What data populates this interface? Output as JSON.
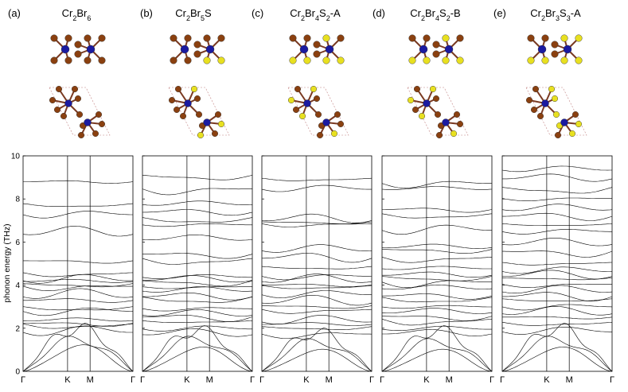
{
  "chart_data": {
    "type": "line",
    "ylabel": "phonon energy (THz)",
    "ylim": [
      0,
      10
    ],
    "y_ticks": [
      "0",
      "2",
      "4",
      "6",
      "8",
      "10"
    ],
    "x_ticks": [
      "Γ",
      "K",
      "M",
      "Γ"
    ],
    "panels": [
      {
        "letter": "(a)",
        "title": [
          {
            "t": "Cr"
          },
          {
            "t": "2",
            "sub": true
          },
          {
            "t": "Br"
          },
          {
            "t": "6",
            "sub": true
          }
        ],
        "flat_bands_THz": [
          8.8,
          7.7,
          7.3,
          6.5,
          5.1,
          4.5,
          4.3,
          4.2,
          4.0,
          3.9,
          3.6,
          3.3,
          2.9,
          2.8,
          2.4,
          2.2,
          2.1,
          1.9
        ],
        "acoustic_max_THz": [
          1.2,
          1.5,
          2.0
        ]
      },
      {
        "letter": "(b)",
        "title": [
          {
            "t": "Cr"
          },
          {
            "t": "2",
            "sub": true
          },
          {
            "t": "Br"
          },
          {
            "t": "5",
            "sub": true
          },
          {
            "t": "S"
          }
        ],
        "flat_bands_THz": [
          9.0,
          8.4,
          7.8,
          7.4,
          7.0,
          6.8,
          6.2,
          5.4,
          5.1,
          4.4,
          4.3,
          4.1,
          3.9,
          3.8,
          3.5,
          3.3,
          2.9,
          2.7,
          2.5,
          2.3,
          2.0,
          1.8
        ],
        "acoustic_max_THz": [
          1.1,
          1.5,
          1.9
        ]
      },
      {
        "letter": "(c)",
        "title": [
          {
            "t": "Cr"
          },
          {
            "t": "2",
            "sub": true
          },
          {
            "t": "Br"
          },
          {
            "t": "4",
            "sub": true
          },
          {
            "t": "S"
          },
          {
            "t": "2",
            "sub": true
          },
          {
            "t": "-A"
          }
        ],
        "flat_bands_THz": [
          8.9,
          8.5,
          7.1,
          6.9,
          6.8,
          5.7,
          5.3,
          4.8,
          4.4,
          4.3,
          4.0,
          3.9,
          3.6,
          3.3,
          3.0,
          2.8,
          2.4,
          2.2,
          2.0,
          1.7
        ],
        "acoustic_max_THz": [
          1.0,
          1.4,
          1.8
        ]
      },
      {
        "letter": "(d)",
        "title": [
          {
            "t": "Cr"
          },
          {
            "t": "2",
            "sub": true
          },
          {
            "t": "Br"
          },
          {
            "t": "4",
            "sub": true
          },
          {
            "t": "S"
          },
          {
            "t": "2",
            "sub": true
          },
          {
            "t": "-B"
          }
        ],
        "flat_bands_THz": [
          8.7,
          8.5,
          7.5,
          7.2,
          6.6,
          5.8,
          5.6,
          5.2,
          4.8,
          4.5,
          4.3,
          4.1,
          3.9,
          3.5,
          3.3,
          3.0,
          2.8,
          2.5,
          2.3,
          2.0,
          1.8
        ],
        "acoustic_max_THz": [
          1.0,
          1.4,
          1.9
        ]
      },
      {
        "letter": "(e)",
        "title": [
          {
            "t": "Cr"
          },
          {
            "t": "2",
            "sub": true
          },
          {
            "t": "Br"
          },
          {
            "t": "3",
            "sub": true
          },
          {
            "t": "S"
          },
          {
            "t": "3",
            "sub": true
          },
          {
            "t": "-A"
          }
        ],
        "flat_bands_THz": [
          9.4,
          9.0,
          8.4,
          8.0,
          7.6,
          7.2,
          6.8,
          6.5,
          6.0,
          5.5,
          5.0,
          4.7,
          4.5,
          4.3,
          4.0,
          3.8,
          3.5,
          3.3,
          3.0,
          2.8,
          2.5,
          2.2,
          1.9
        ],
        "acoustic_max_THz": [
          1.1,
          1.5,
          2.0
        ]
      }
    ]
  },
  "colors": {
    "chromium_atom": "#1a1aa0",
    "bromine_atom": "#8a4010",
    "sulfur_atom": "#e8e020",
    "bond": "#7a3a22",
    "axis": "#000000"
  },
  "structures": [
    {
      "top_view_atoms": "Cr2Br6",
      "sulfur_count": 0
    },
    {
      "top_view_atoms": "Cr2Br5S",
      "sulfur_count": 1
    },
    {
      "top_view_atoms": "Cr2Br4S2-A",
      "sulfur_count": 2
    },
    {
      "top_view_atoms": "Cr2Br4S2-B",
      "sulfur_count": 2
    },
    {
      "top_view_atoms": "Cr2Br3S3-A",
      "sulfur_count": 3
    }
  ]
}
